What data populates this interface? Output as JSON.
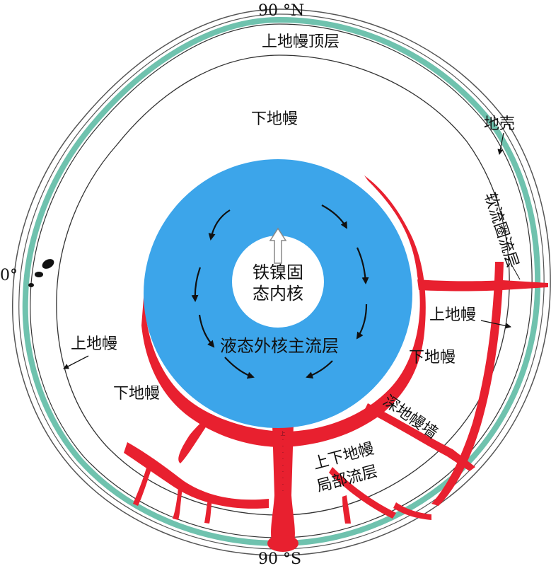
{
  "labels": {
    "north_pole": "90 °N",
    "south_pole": "90 °S",
    "zero_degree": "0°",
    "upper_mantle_top": "上地幔顶层",
    "crust": "地壳",
    "asthenosphere_flow_layer": "软流圈流层",
    "lower_mantle_top": "下地幔",
    "inner_core_line1": "铁镍固",
    "inner_core_line2": "态内核",
    "outer_core": "液态外核主流层",
    "upper_mantle_left": "上地幔",
    "upper_mantle_right": "上地幔",
    "lower_mantle_left": "下地幔",
    "lower_mantle_right": "下地幔",
    "deep_mantle_wall": "深地幔墙",
    "local_flow_line1": "上下地幔",
    "local_flow_line2": "局部流层"
  },
  "colors": {
    "outer_core": "#3ca5ea",
    "plume_red": "#e8202f",
    "teal_layer": "#6fc2ae",
    "line": "#333333",
    "arrow": "#111111",
    "background": "#ffffff"
  }
}
